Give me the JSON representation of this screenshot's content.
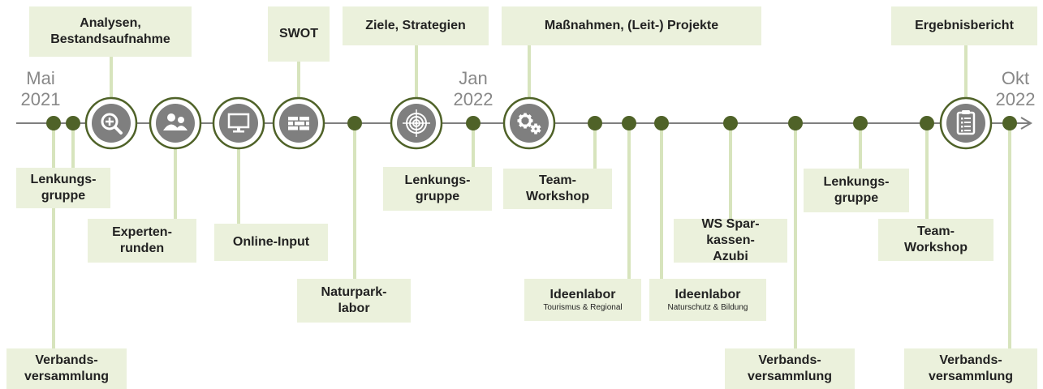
{
  "dates": {
    "start": {
      "month": "Mai",
      "year": "2021"
    },
    "mid": {
      "month": "Jan",
      "year": "2022"
    },
    "end": {
      "month": "Okt",
      "year": "2022"
    }
  },
  "phases": {
    "analysen": "Analysen, Bestandsaufnahme",
    "swot": "SWOT",
    "ziele": "Ziele, Strategien",
    "massnahmen": "Maßnahmen, (Leit-) Projekte",
    "ergebnis": "Ergebnisbericht"
  },
  "events": {
    "verbandsversammlung_1": "Verbands-versammlung",
    "lenkungsgruppe_1": "Lenkungs-gruppe",
    "expertenrunden": "Experten-runden",
    "online_input": "Online-Input",
    "naturparklabor": "Naturpark-labor",
    "lenkungsgruppe_2": "Lenkungs-gruppe",
    "team_workshop_1": "Team-Workshop",
    "ideenlabor_1": {
      "title": "Ideenlabor",
      "subtitle": "Tourismus & Regional"
    },
    "ideenlabor_2": {
      "title": "Ideenlabor",
      "subtitle": "Naturschutz & Bildung"
    },
    "ws_sparkassen": "WS Spar-kassen-Azubi",
    "verbandsversammlung_2": "Verbands-versammlung",
    "lenkungsgruppe_3": "Lenkungs-gruppe",
    "team_workshop_2": "Team-Workshop",
    "verbandsversammlung_3": "Verbands-versammlung"
  },
  "icons": [
    "magnifier-plus-icon",
    "people-icon",
    "monitor-icon",
    "brick-wall-icon",
    "target-icon",
    "gears-icon",
    "clipboard-list-icon"
  ],
  "colors": {
    "line": "#7f7f7f",
    "dot": "#4f6228",
    "circle_fill": "#7f7f7f",
    "circle_ring": "#4f6228",
    "box_fill": "#ebf1dc",
    "connector": "#d7e4bd",
    "date_text": "#888888"
  }
}
